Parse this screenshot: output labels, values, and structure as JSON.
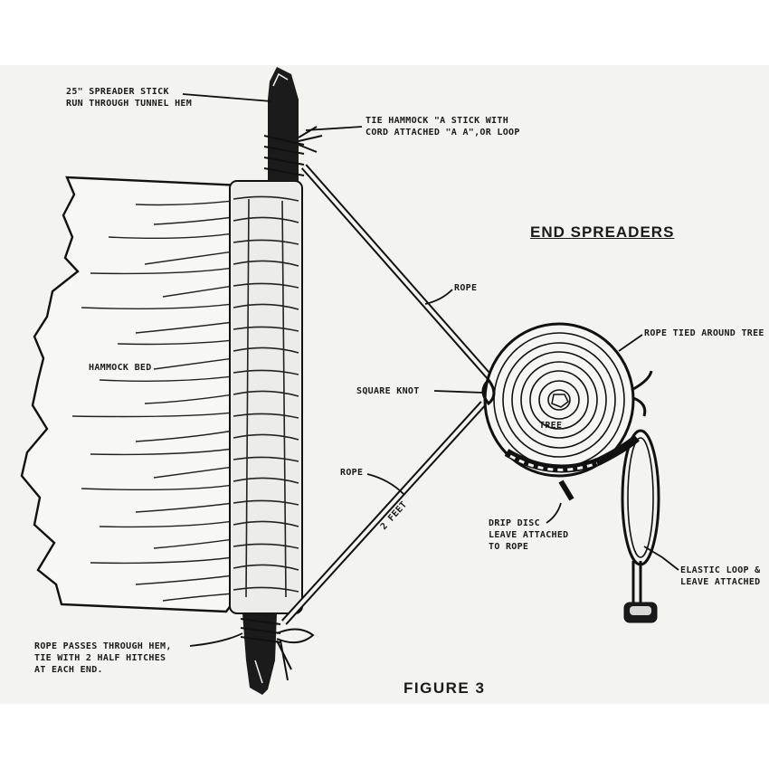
{
  "title": "END SPREADERS",
  "figure_caption": "FIGURE 3",
  "labels": {
    "spreader_stick": "25\" SPREADER STICK\nRUN THROUGH TUNNEL HEM",
    "tie_hammock": "TIE HAMMOCK \"A STICK WITH\nCORD ATTACHED \"A A\",OR LOOP",
    "rope_top": "ROPE",
    "rope_tied_around_tree": "ROPE TIED AROUND TREE",
    "hammock_bed": "HAMMOCK BED",
    "square_knot": "SQUARE KNOT",
    "tree": "TREE",
    "rope_lower": "ROPE",
    "two_feet": "2 FEET",
    "drip_disc": "DRIP DISC\nLEAVE ATTACHED\nTO ROPE",
    "elastic_loop": "ELASTIC LOOP &\nLEAVE ATTACHED",
    "rope_passes": "ROPE PASSES THROUGH HEM,\nTIE WITH 2 HALF HITCHES\nAT EACH END."
  }
}
